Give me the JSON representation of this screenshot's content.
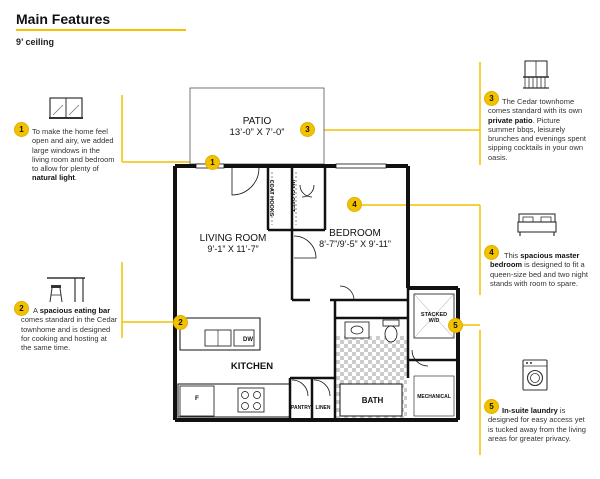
{
  "header": {
    "title": "Main Features",
    "subtitle": "9’ ceiling"
  },
  "features": [
    {
      "number": "1",
      "icon": "window-icon",
      "before": "To make the home feel open and airy, we added large windows in the living room and bedroom to allow for plenty of ",
      "bold": "natural light",
      "after": "."
    },
    {
      "number": "2",
      "icon": "bar-stool-icon",
      "before": "A ",
      "bold": "spacious eating bar",
      "after": " comes standard in the Cedar townhome and is designed for cooking and hosting at the same time."
    },
    {
      "number": "3",
      "icon": "balcony-icon",
      "before": "The Cedar townhome comes standard with its own ",
      "bold": "private patio",
      "after": ". Picture summer bbqs, leisurely brunches and evenings spent sipping cocktails in your own oasis."
    },
    {
      "number": "4",
      "icon": "bed-icon",
      "before": "This ",
      "bold": "spacious master bedroom",
      "after": " is designed to fit a queen-size bed and two night stands with room to spare."
    },
    {
      "number": "5",
      "icon": "washing-machine-icon",
      "before": "",
      "bold": "In-suite laundry",
      "after": " is designed for easy access yet is tucked away from the living areas for greater privacy."
    }
  ],
  "plan": {
    "patio": {
      "name": "PATIO",
      "dims": "13’-0” X 7’-0”"
    },
    "living_room": {
      "name": "LIVING ROOM",
      "dims": "9’-1” X 11’-7”"
    },
    "bedroom": {
      "name": "BEDROOM",
      "dims": "8’-7”/9’-5” X 9’-11”"
    },
    "kitchen": "KITCHEN",
    "bath": "BATH",
    "coat_hooks": "COAT HOOKS",
    "wi_closet": "W/I CLOSET",
    "stacked_wd": "STACKED W/D",
    "mechanical": "MECHANICAL",
    "pantry": "PANTRY",
    "linen": "LINEN",
    "dw": "DW",
    "fridge": "F"
  },
  "colors": {
    "accent": "#f2c200",
    "ink": "#111111"
  }
}
